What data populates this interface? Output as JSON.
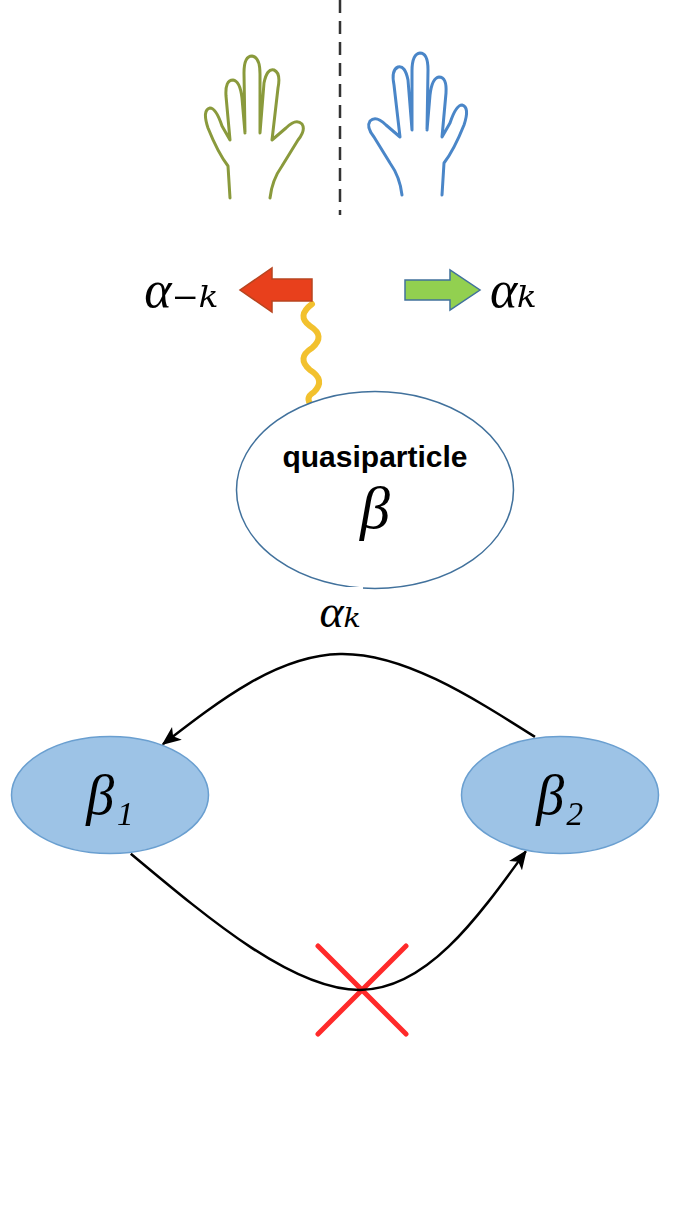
{
  "diagram": {
    "nodes": [
      {
        "text": [
          "quasiparticle",
          "β"
        ]
      },
      {
        "text": [
          "β₁"
        ]
      },
      {
        "text": [
          "β₂"
        ]
      }
    ],
    "edges": [
      {
        "from": 2,
        "to": 1,
        "arrow": "to",
        "label": "αₖ"
      },
      {
        "from": 1,
        "to": 2,
        "arrow": "to"
      }
    ],
    "labels": [
      "α₋ₖ",
      "αₖ"
    ]
  }
}
